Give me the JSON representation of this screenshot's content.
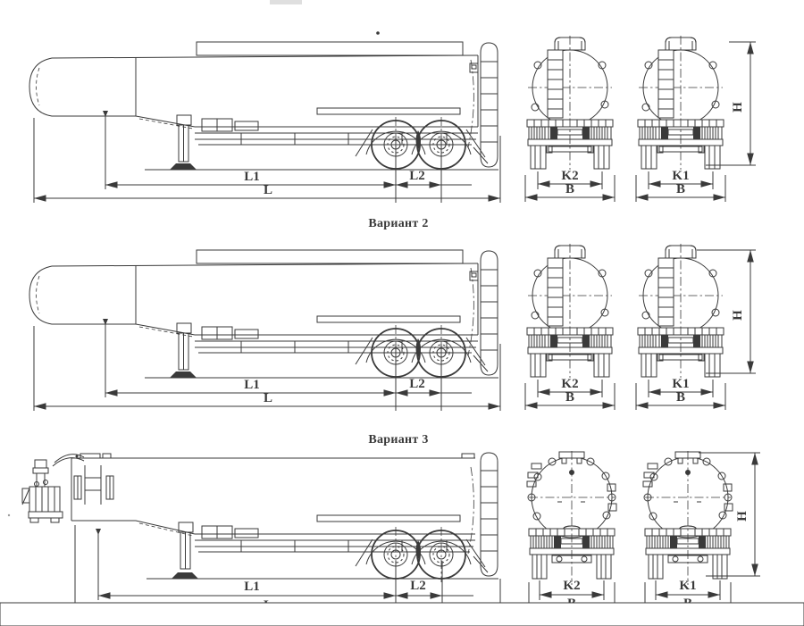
{
  "page": {
    "background": "#ffffff"
  },
  "colors": {
    "line": "#3a3a3a"
  },
  "variants": {
    "v2": {
      "title": "Вариант 2"
    },
    "v3": {
      "title": "Вариант 3"
    }
  },
  "dim_labels": {
    "l1": "L1",
    "l2": "L2",
    "l": "L",
    "k2": "K2",
    "k1": "K1",
    "b": "B",
    "h": "H"
  }
}
